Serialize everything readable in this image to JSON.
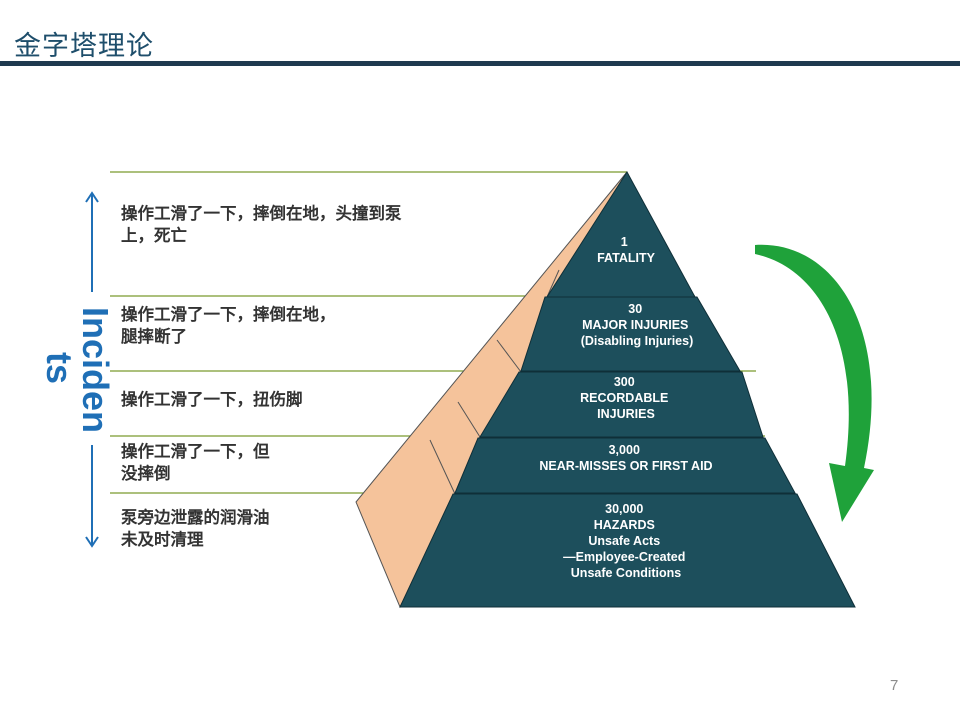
{
  "slide": {
    "title": "金字塔理论",
    "page_number": "7"
  },
  "axis": {
    "label_line1": "Inciden",
    "label_line2": "ts"
  },
  "examples": [
    {
      "line1": "操作工滑了一下，摔倒在地，头撞到泵",
      "line2": "上，死亡"
    },
    {
      "line1": "操作工滑了一下，摔倒在地，",
      "line2": "腿摔断了"
    },
    {
      "line1": "操作工滑了一下，扭伤脚",
      "line2": ""
    },
    {
      "line1": "操作工滑了一下，但",
      "line2": "没摔倒"
    },
    {
      "line1": "泵旁边泄露的润滑油",
      "line2": "未及时清理"
    }
  ],
  "pyramid_levels": [
    {
      "lines": [
        "1",
        "FATALITY"
      ]
    },
    {
      "lines": [
        "30",
        "MAJOR INJURIES",
        "(Disabling Injuries)"
      ]
    },
    {
      "lines": [
        "300",
        "RECORDABLE",
        "INJURIES"
      ]
    },
    {
      "lines": [
        "3,000",
        "NEAR-MISSES OR FIRST AID"
      ]
    },
    {
      "lines": [
        "30,000",
        "HAZARDS",
        "Unsafe Acts",
        "—Employee-Created",
        "Unsafe Conditions"
      ]
    }
  ],
  "colors": {
    "pyramid_face": "#1d4f5c",
    "pyramid_side": "#f5c39b",
    "guide_lines": "#7a9a2e",
    "arrow_green": "#1fa23a",
    "axis_blue": "#1f6fb6",
    "title_rule": "#1f3a4f"
  }
}
